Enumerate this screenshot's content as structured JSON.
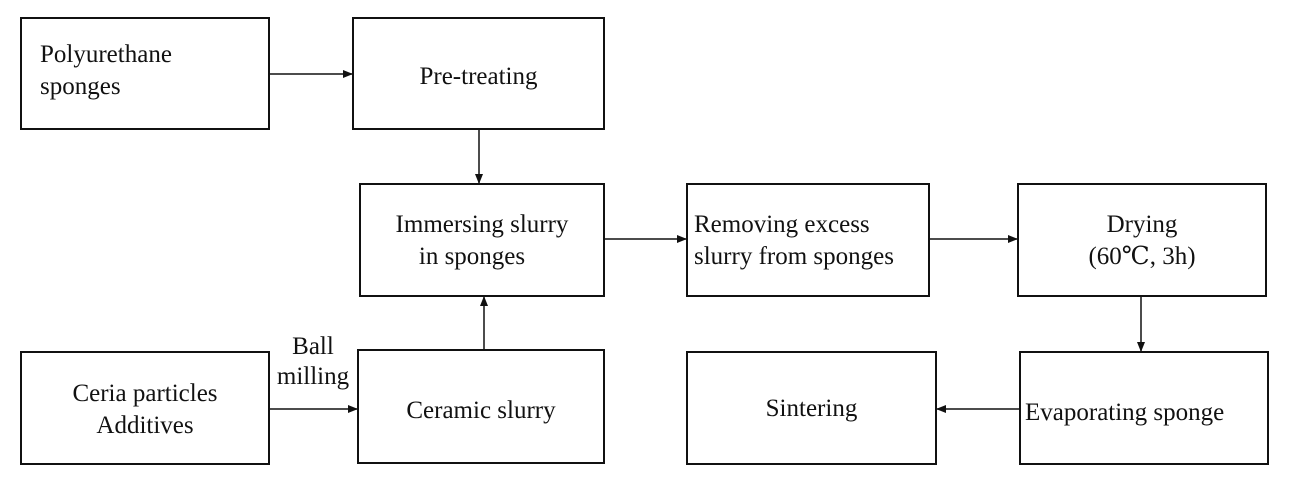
{
  "boxes": {
    "polyurethane": {
      "line1": "Polyurethane",
      "line2": "sponges"
    },
    "pretreating": {
      "line1": "Pre-treating"
    },
    "immersing": {
      "line1": "Immersing slurry",
      "line2": "in sponges"
    },
    "removing": {
      "line1": "Removing excess",
      "line2": "slurry from sponges"
    },
    "drying": {
      "line1": "Drying",
      "line2": "(60℃, 3h)"
    },
    "ceria": {
      "line1": "Ceria particles",
      "line2": "Additives"
    },
    "ceramic": {
      "line1": "Ceramic slurry"
    },
    "sintering": {
      "line1": "Sintering"
    },
    "evaporating": {
      "line1": "Evaporating sponge"
    }
  },
  "labels": {
    "ball_milling_line1": "Ball",
    "ball_milling_line2": "milling"
  }
}
